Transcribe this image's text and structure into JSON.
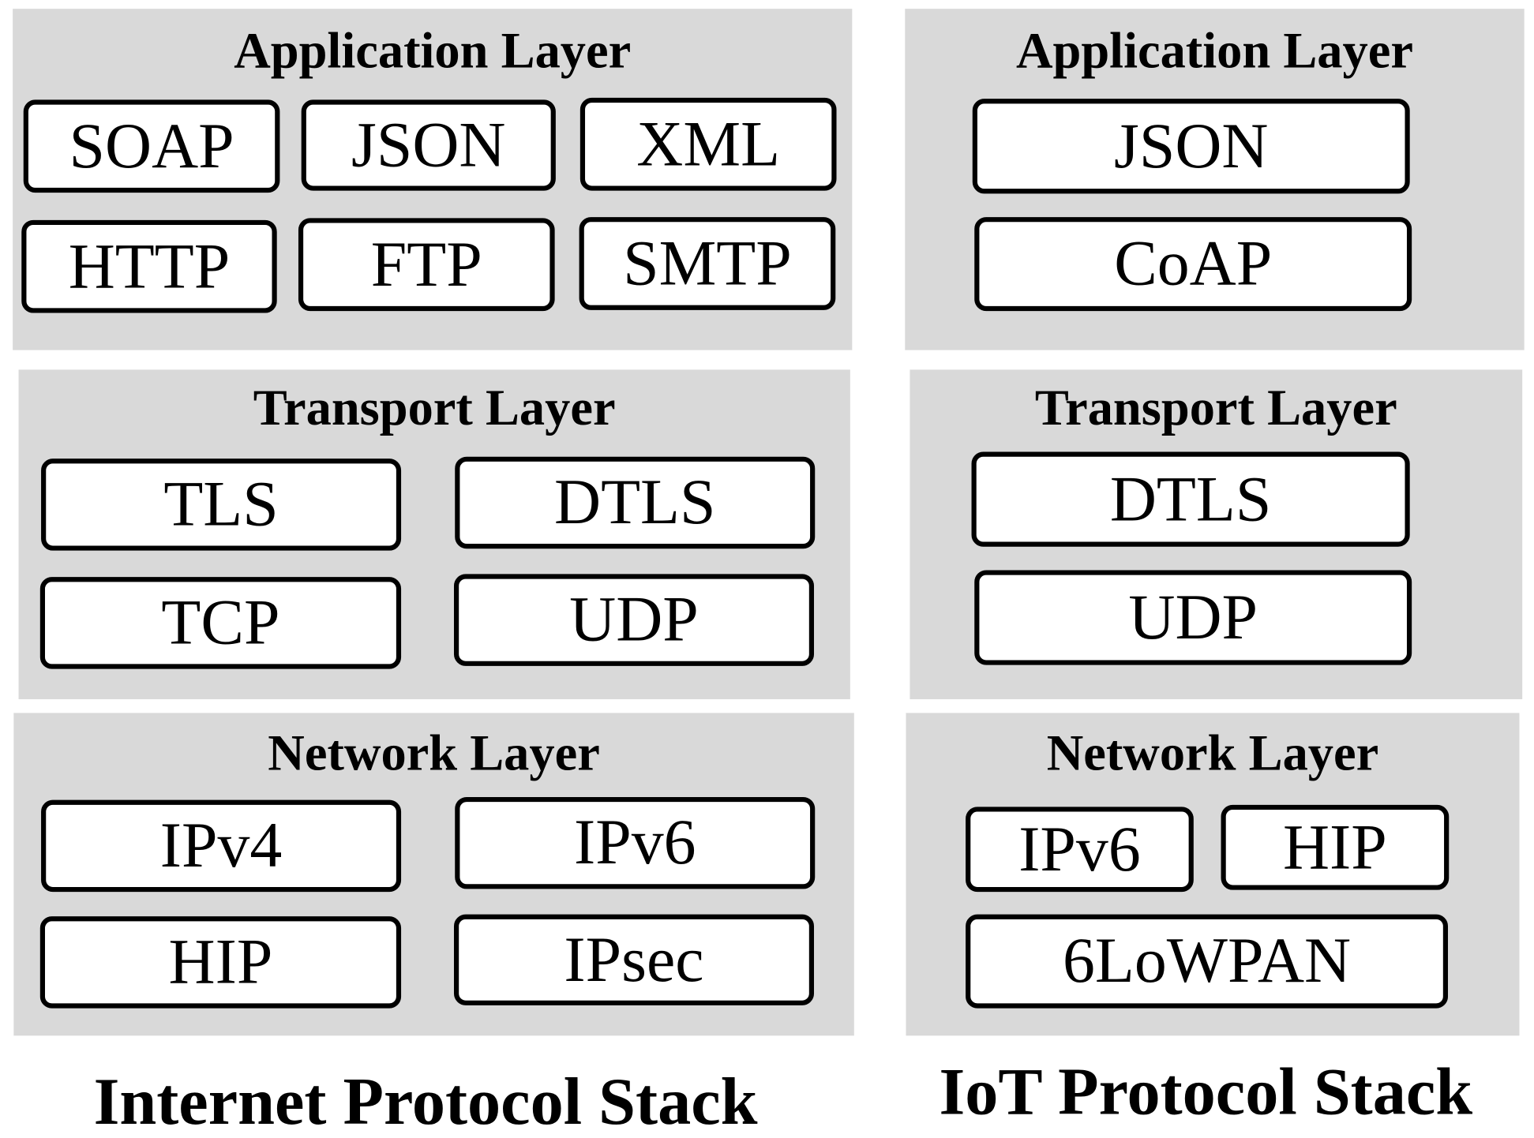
{
  "colors": {
    "panel": "#d9d9d9",
    "box": "#ffffff",
    "border": "#000000"
  },
  "internet": {
    "title": "Internet Protocol Stack",
    "application": {
      "title": "Application Layer",
      "items": [
        "SOAP",
        "JSON",
        "XML",
        "HTTP",
        "FTP",
        "SMTP"
      ]
    },
    "transport": {
      "title": "Transport Layer",
      "items": [
        "TLS",
        "DTLS",
        "TCP",
        "UDP"
      ]
    },
    "network": {
      "title": "Network Layer",
      "items": [
        "IPv4",
        "IPv6",
        "HIP",
        "IPsec"
      ]
    }
  },
  "iot": {
    "title": "IoT Protocol Stack",
    "application": {
      "title": "Application Layer",
      "items": [
        "JSON",
        "CoAP"
      ]
    },
    "transport": {
      "title": "Transport Layer",
      "items": [
        "DTLS",
        "UDP"
      ]
    },
    "network": {
      "title": "Network Layer",
      "items": [
        "IPv6",
        "HIP",
        "6LoWPAN"
      ]
    }
  }
}
